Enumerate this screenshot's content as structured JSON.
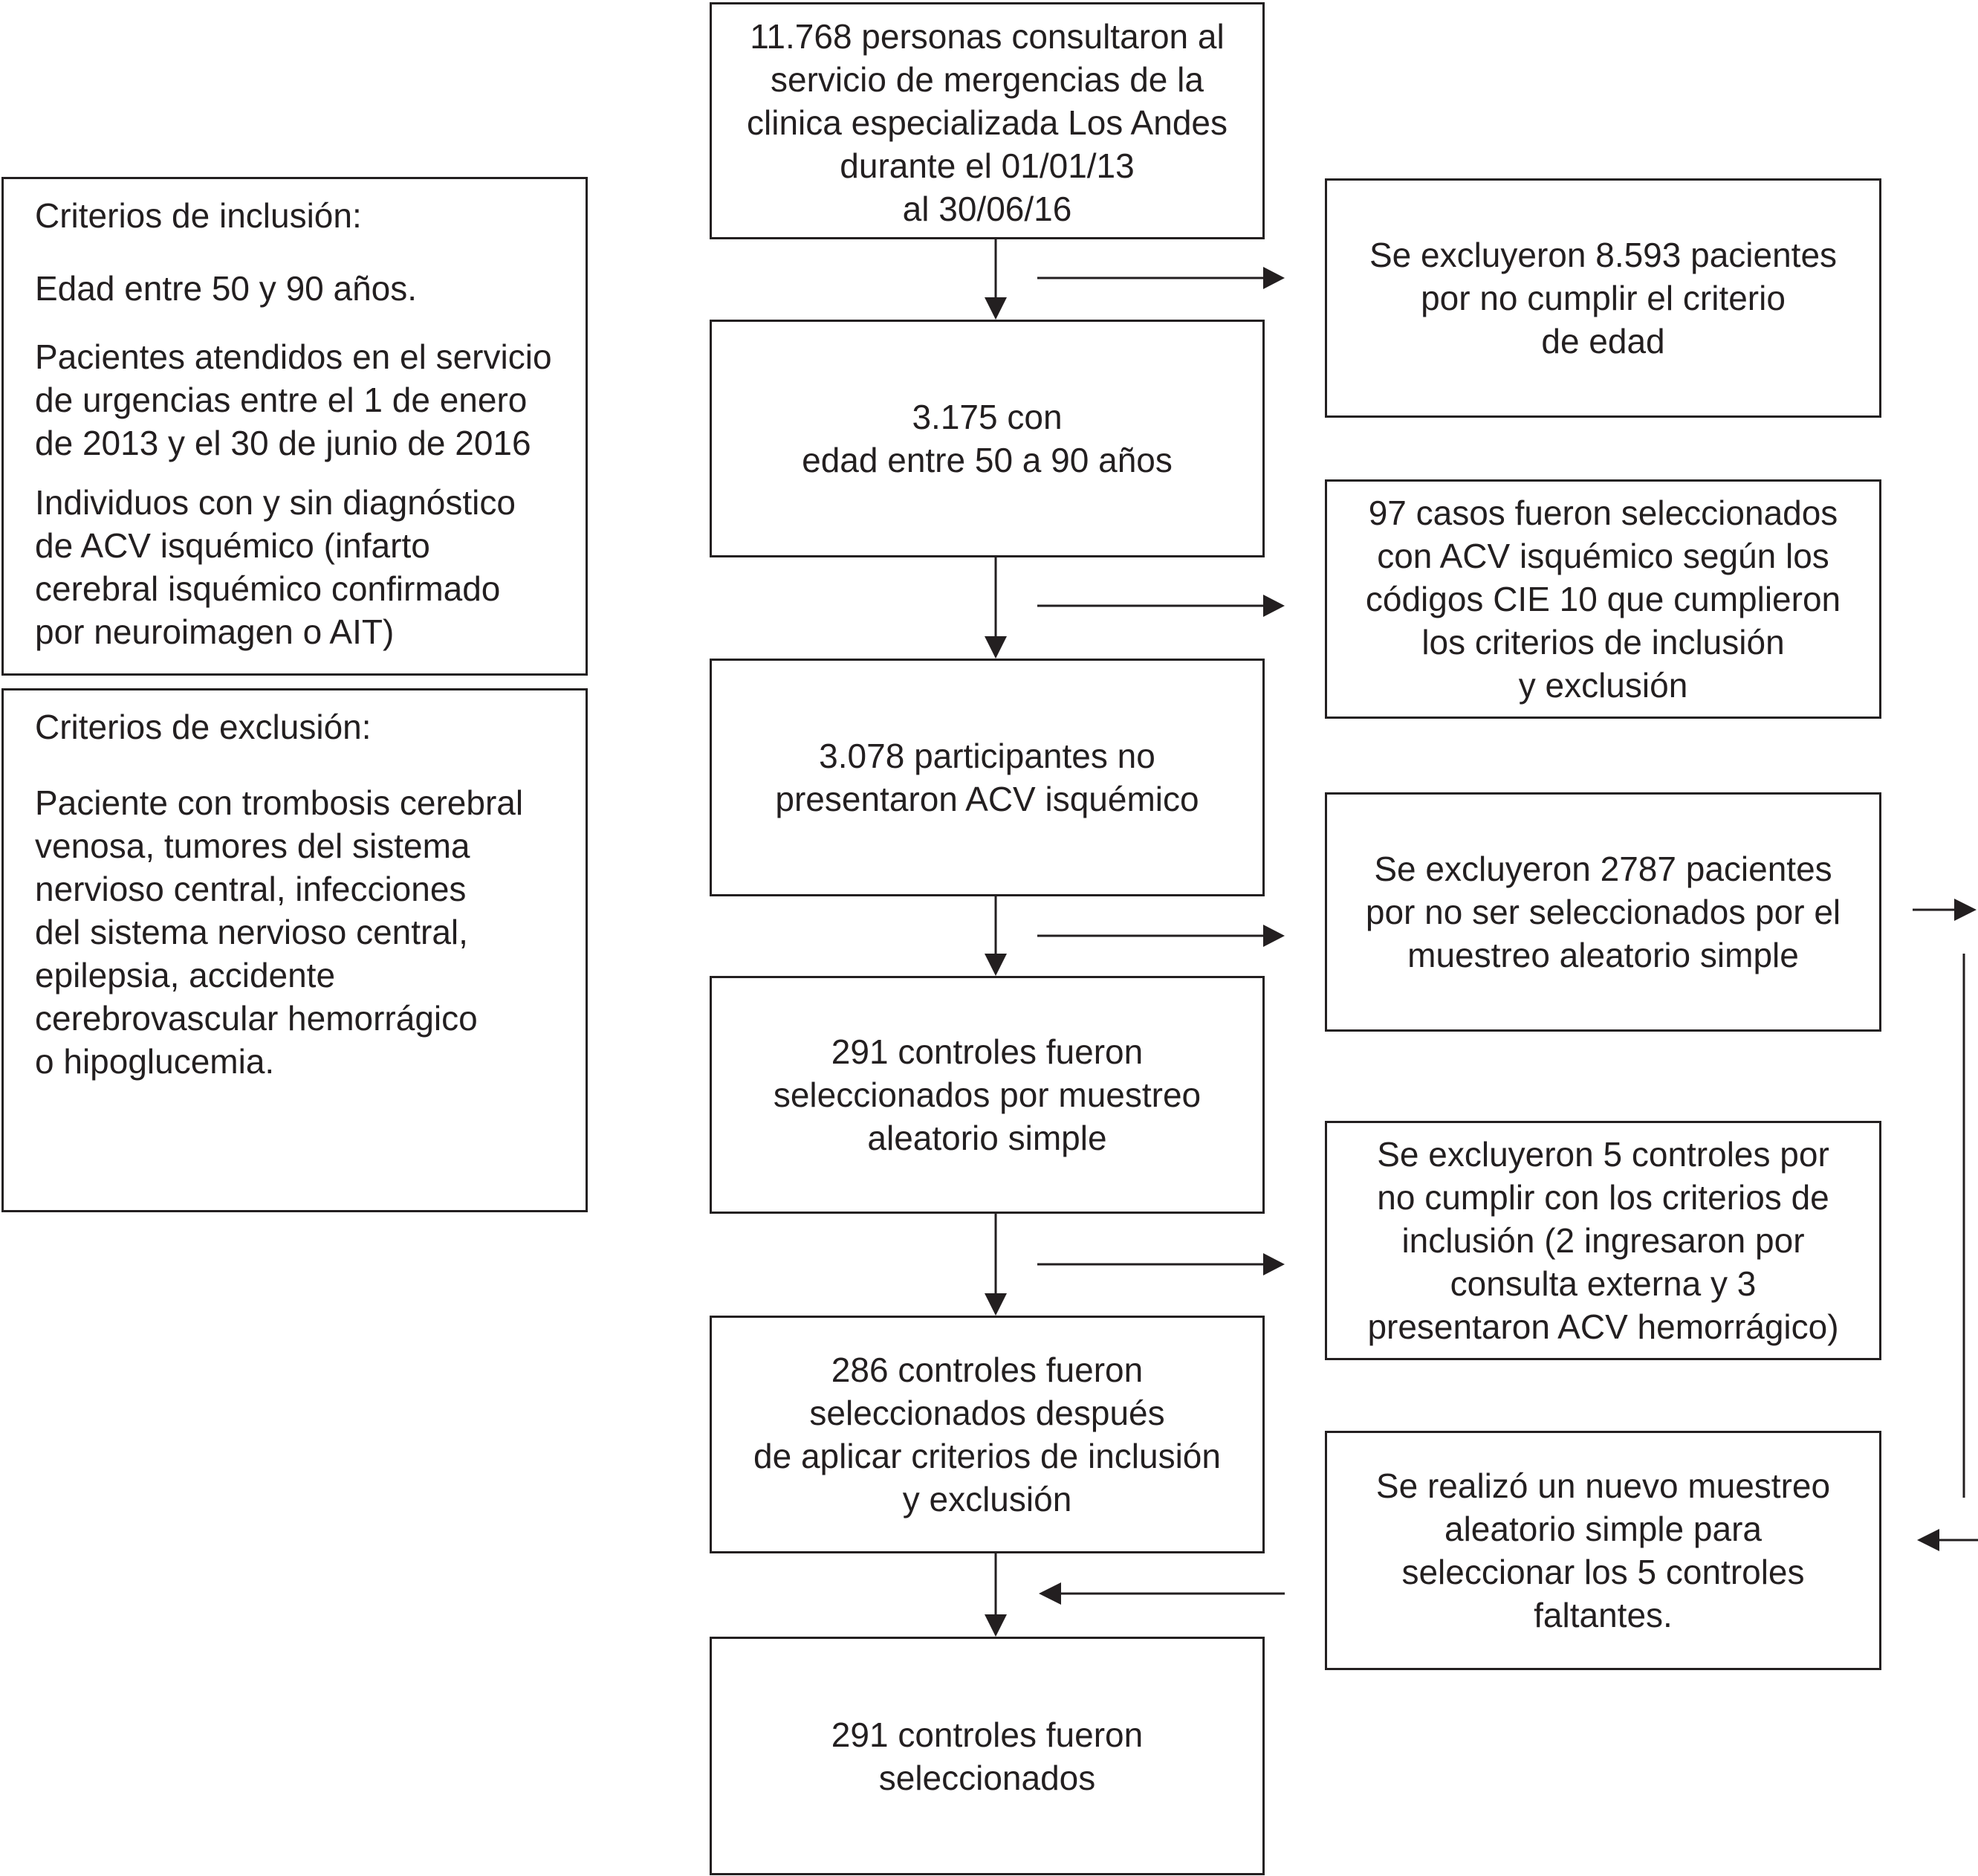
{
  "flow": {
    "step1": [
      "11.768 personas consultaron al",
      "servicio de mergencias de la",
      "clinica especializada Los Andes",
      "durante el 01/01/13",
      "al 30/06/16"
    ],
    "step2": [
      "3.175 con",
      "edad entre 50 a 90 años"
    ],
    "step3": [
      "3.078 participantes no",
      "presentaron ACV isquémico"
    ],
    "step4": [
      "291 controles fueron",
      "seleccionados por muestreo",
      "aleatorio simple"
    ],
    "step5": [
      "286 controles fueron",
      "seleccionados después",
      "de aplicar criterios de inclusión",
      "y exclusión"
    ],
    "step6": [
      "291 controles fueron",
      "seleccionados"
    ]
  },
  "side_boxes": {
    "excl_age": [
      "Se excluyeron 8.593 pacientes",
      "por no cumplir el criterio",
      "de edad"
    ],
    "cases": [
      "97 casos fueron seleccionados",
      "con ACV isquémico según los",
      "códigos CIE 10 que cumplieron",
      "los criterios de inclusión",
      "y exclusión"
    ],
    "excl_sampling": [
      "Se excluyeron 2787 pacientes",
      "por no ser seleccionados por el",
      "muestreo aleatorio simple"
    ],
    "excl_controls": [
      "Se excluyeron 5 controles por",
      "no cumplir con los criterios de",
      "inclusión (2 ingresaron por",
      "consulta externa y 3",
      "presentaron ACV hemorrágico)"
    ],
    "resample": [
      "Se realizó un nuevo muestreo",
      "aleatorio simple para",
      "seleccionar los 5 controles",
      "faltantes."
    ]
  },
  "inclusion": {
    "title": "Criterios de inclusión:",
    "items": [
      [
        "Edad entre 50 y 90 años."
      ],
      [
        "Pacientes atendidos en el servicio",
        "de urgencias entre el 1 de enero",
        "de 2013 y el 30 de junio de 2016"
      ],
      [
        "Individuos con y sin diagnóstico",
        "de ACV isquémico (infarto",
        "cerebral isquémico confirmado",
        "por neuroimagen o AIT)"
      ]
    ]
  },
  "exclusion": {
    "title": "Criterios de exclusión:",
    "items": [
      [
        "Paciente con trombosis cerebral",
        "venosa, tumores del sistema",
        "nervioso central, infecciones",
        "del sistema nervioso central,",
        "epilepsia, accidente",
        "cerebrovascular hemorrágico",
        "o hipoglucemia."
      ]
    ]
  }
}
